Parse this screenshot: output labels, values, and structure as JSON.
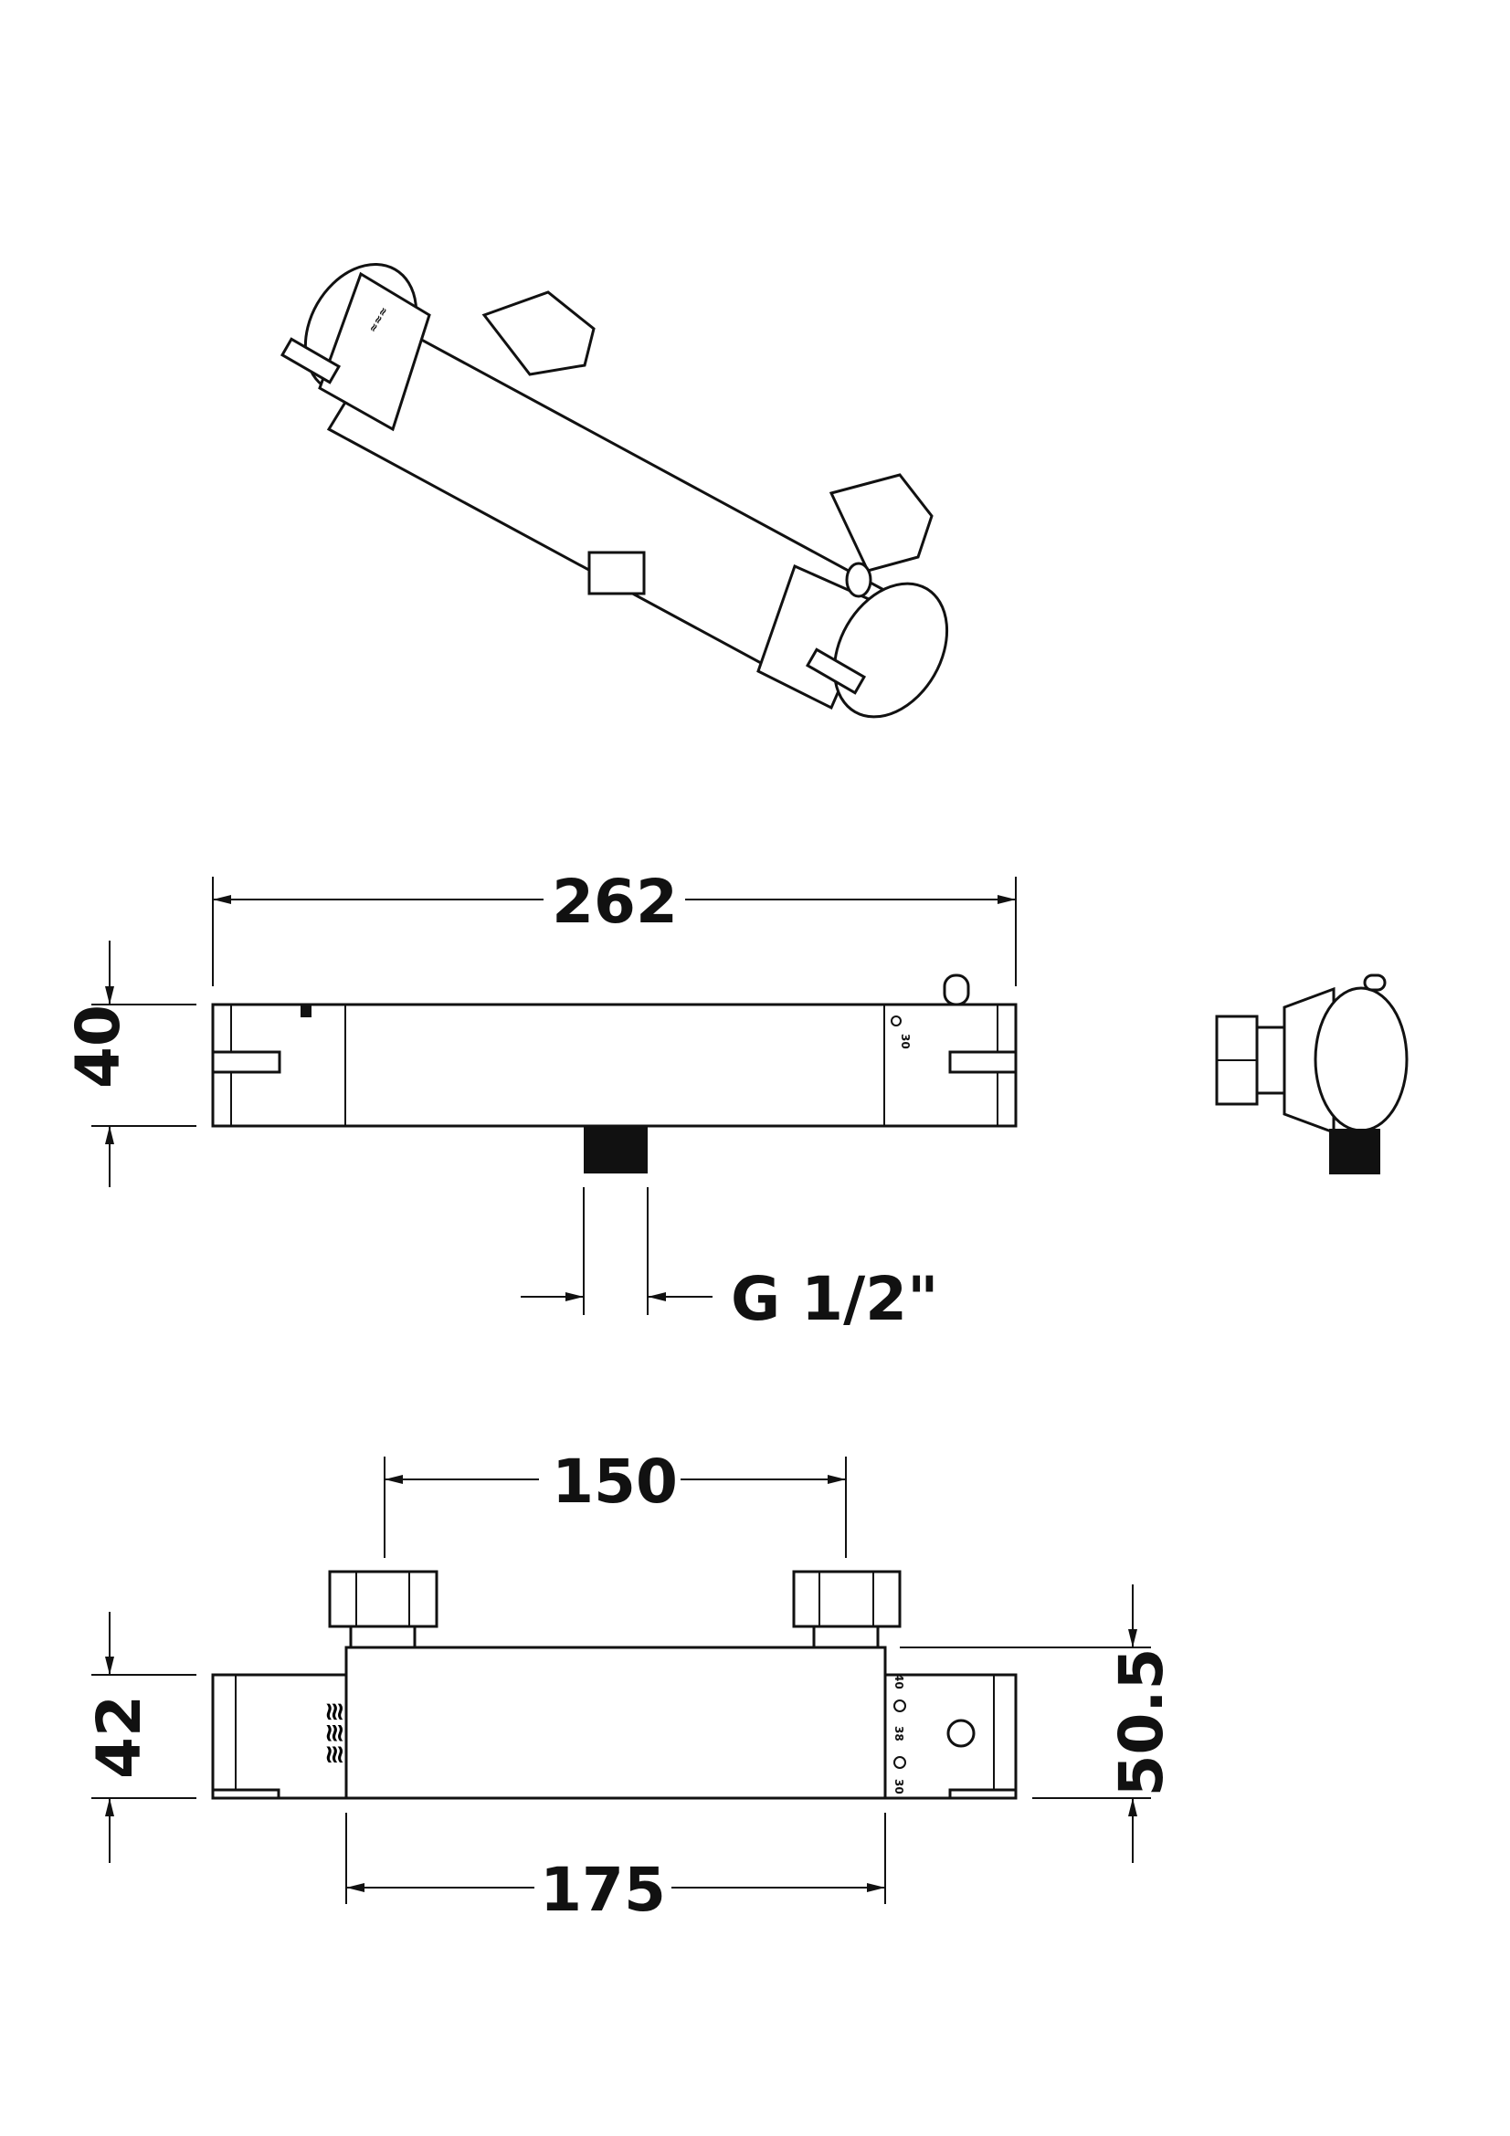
{
  "drawing": {
    "dimensions": {
      "overall_length": "262",
      "height_side": "40",
      "outlet_thread": "G 1/2\"",
      "inlet_centres": "150",
      "body_length": "175",
      "height_front": "42",
      "height_with_inlets": "50.5"
    },
    "dial_markings": {
      "side_30": "30",
      "front_40": "40",
      "front_38": "38",
      "front_30": "30"
    },
    "line_color": "#111111"
  }
}
